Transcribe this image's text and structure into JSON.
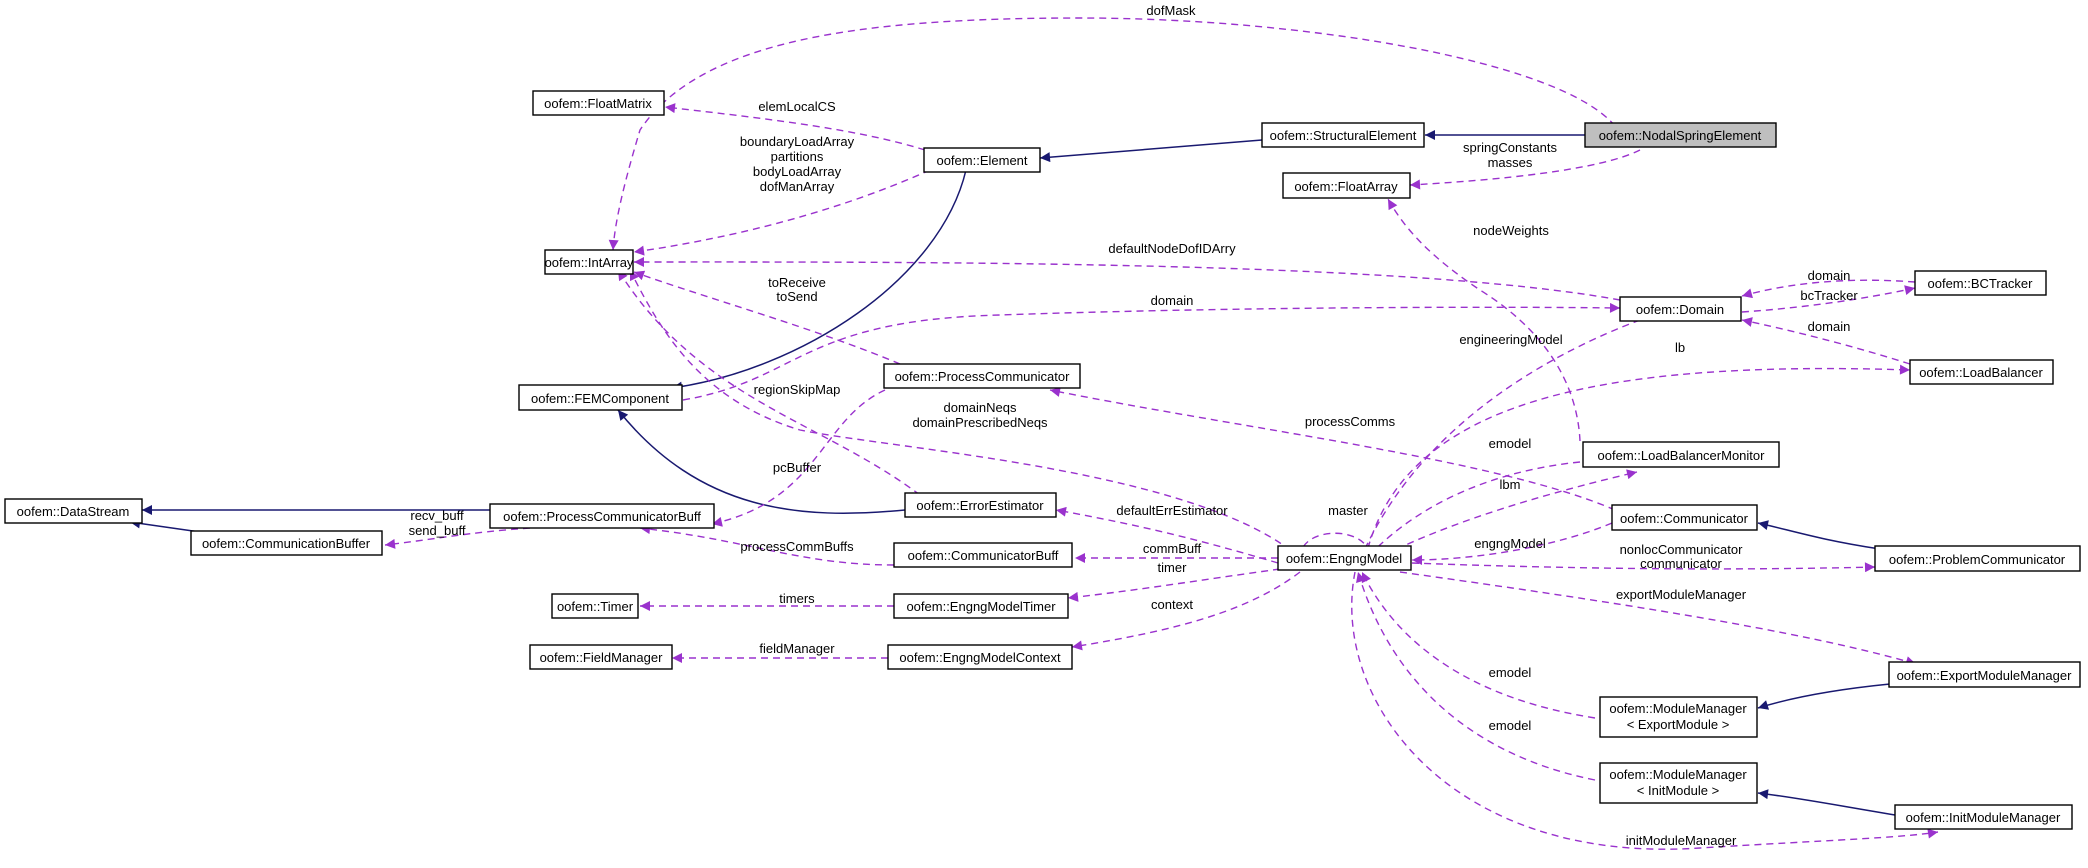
{
  "diagram": {
    "nodes": {
      "nodal_spring_element": "oofem::NodalSpringElement",
      "structural_element": "oofem::StructuralElement",
      "element": "oofem::Element",
      "float_matrix": "oofem::FloatMatrix",
      "float_array": "oofem::FloatArray",
      "int_array": "oofem::IntArray",
      "fem_component": "oofem::FEMComponent",
      "domain": "oofem::Domain",
      "bc_tracker": "oofem::BCTracker",
      "load_balancer": "oofem::LoadBalancer",
      "process_communicator": "oofem::ProcessCommunicator",
      "data_stream": "oofem::DataStream",
      "process_communicator_buff": "oofem::ProcessCommunicatorBuff",
      "communication_buffer": "oofem::CommunicationBuffer",
      "error_estimator": "oofem::ErrorEstimator",
      "load_balancer_monitor": "oofem::LoadBalancerMonitor",
      "communicator": "oofem::Communicator",
      "problem_communicator": "oofem::ProblemCommunicator",
      "engng_model": "oofem::EngngModel",
      "communicator_buff": "oofem::CommunicatorBuff",
      "timer": "oofem::Timer",
      "engng_model_timer": "oofem::EngngModelTimer",
      "field_manager": "oofem::FieldManager",
      "engng_model_context": "oofem::EngngModelContext",
      "export_module_manager": "oofem::ExportModuleManager",
      "module_manager_export_l1": "oofem::ModuleManager",
      "module_manager_export_l2": "< ExportModule >",
      "module_manager_init_l1": "oofem::ModuleManager",
      "module_manager_init_l2": "< InitModule >",
      "init_module_manager": "oofem::InitModuleManager"
    },
    "labels": {
      "dof_mask": "dofMask",
      "elem_local_cs": "elemLocalCS",
      "boundary_load_array": "boundaryLoadArray",
      "partitions": "partitions",
      "body_load_array": "bodyLoadArray",
      "dof_man_array": "dofManArray",
      "spring_constants": "springConstants",
      "masses": "masses",
      "node_weights": "nodeWeights",
      "default_node_dof_id_arry": "defaultNodeDofIDArry",
      "domain_bc": "domain",
      "bc_tracker": "bcTracker",
      "to_receive": "toReceive",
      "to_send": "toSend",
      "domain_fem": "domain",
      "engineering_model": "engineeringModel",
      "domain_lb": "domain",
      "lb": "lb",
      "region_skip_map": "regionSkipMap",
      "domain_neqs": "domainNeqs",
      "domain_prescribed_neqs": "domainPrescribedNeqs",
      "process_comms": "processComms",
      "pc_buffer": "pcBuffer",
      "emodel_lbm": "emodel",
      "lbm": "lbm",
      "master": "master",
      "recv_buff": "recv_buff",
      "send_buff": "send_buff",
      "default_err_estimator": "defaultErrEstimator",
      "process_comm_buffs": "processCommBuffs",
      "comm_buff": "commBuff",
      "engng_model": "engngModel",
      "nonloc_communicator": "nonlocCommunicator",
      "communicator": "communicator",
      "timers": "timers",
      "timer": "timer",
      "context": "context",
      "field_manager": "fieldManager",
      "export_module_manager": "exportModuleManager",
      "emodel_export": "emodel",
      "emodel_init": "emodel",
      "init_module_manager": "initModuleManager"
    }
  },
  "colors": {
    "inheritance_edge": "#191970",
    "member_edge": "#9a32cd",
    "focus_node_fill": "#bfbfbf"
  }
}
